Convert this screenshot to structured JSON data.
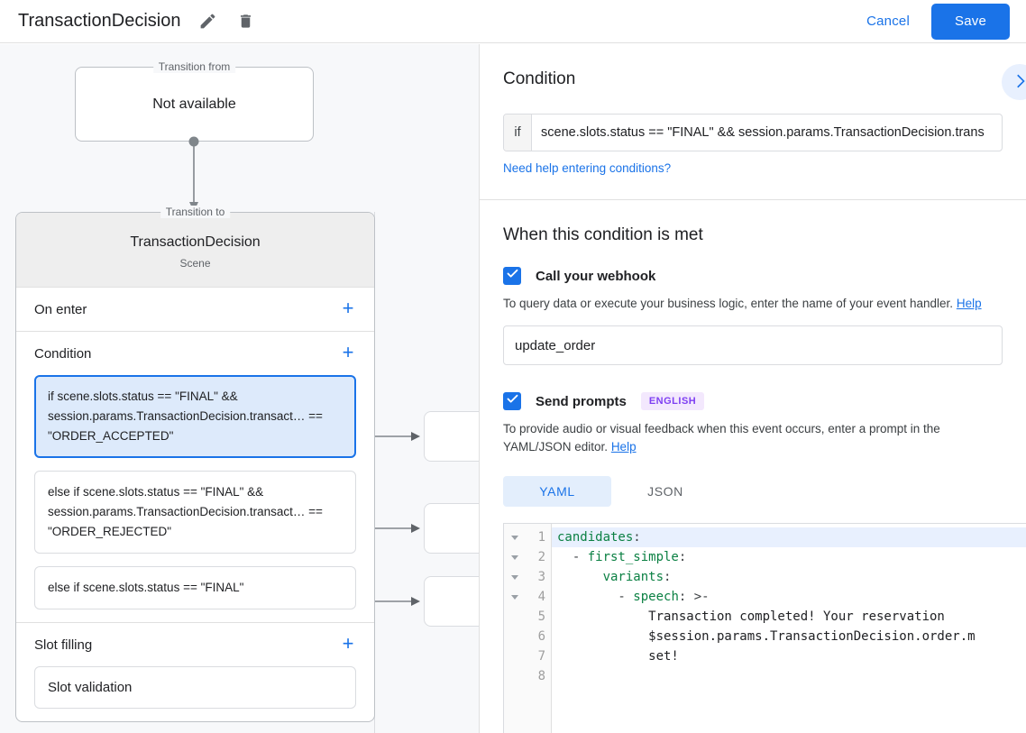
{
  "topbar": {
    "title": "TransactionDecision",
    "edit_icon": "pencil-icon",
    "delete_icon": "trash-icon",
    "cancel_label": "Cancel",
    "save_label": "Save",
    "accent_color": "#1a73e8"
  },
  "canvas": {
    "transition_from": {
      "legend": "Transition from",
      "value": "Not available"
    },
    "transition_to": {
      "legend": "Transition to",
      "title": "TransactionDecision",
      "subtitle": "Scene"
    },
    "sections": [
      {
        "label": "On enter",
        "add_label": "+",
        "items": []
      },
      {
        "label": "Condition",
        "add_label": "+",
        "items": [
          {
            "text": "if scene.slots.status == \"FINAL\" && session.params.TransactionDecision.transact… == \"ORDER_ACCEPTED\"",
            "selected": true
          },
          {
            "text": "else if scene.slots.status == \"FINAL\" && session.params.TransactionDecision.transact… == \"ORDER_REJECTED\"",
            "selected": false
          },
          {
            "text": "else if scene.slots.status == \"FINAL\"",
            "selected": false
          }
        ]
      },
      {
        "label": "Slot filling",
        "add_label": "+",
        "items": [
          {
            "text": "Slot validation",
            "selected": false
          }
        ]
      }
    ]
  },
  "right_panel": {
    "title": "Condition",
    "expand_icon": "chevron-right-icon",
    "condition": {
      "if_prefix": "if",
      "value": "scene.slots.status == \"FINAL\" && session.params.TransactionDecision.trans",
      "help_link": "Need help entering conditions?"
    },
    "when_met": {
      "heading": "When this condition is met",
      "webhook": {
        "checked": true,
        "label": "Call your webhook",
        "description": "To query data or execute your business logic, enter the name of your event handler.",
        "help_label": "Help",
        "handler_value": "update_order",
        "handler_placeholder": ""
      },
      "prompts": {
        "checked": true,
        "label": "Send prompts",
        "badge": "ENGLISH",
        "badge_bg": "#f3e8fd",
        "badge_color": "#7e3ff2",
        "description": "To provide audio or visual feedback when this event occurs, enter a prompt in the YAML/JSON editor.",
        "help_label": "Help",
        "tabs": [
          {
            "label": "YAML",
            "active": true
          },
          {
            "label": "JSON",
            "active": false
          }
        ]
      }
    },
    "editor": {
      "language": "yaml",
      "active_line": 1,
      "lines": [
        {
          "n": "1",
          "foldable": true,
          "segments": [
            {
              "cls": "k",
              "text": "candidates"
            },
            {
              "cls": "p",
              "text": ":"
            }
          ]
        },
        {
          "n": "2",
          "foldable": true,
          "segments": [
            {
              "cls": "p",
              "text": "  - "
            },
            {
              "cls": "k",
              "text": "first_simple"
            },
            {
              "cls": "p",
              "text": ":"
            }
          ]
        },
        {
          "n": "3",
          "foldable": true,
          "segments": [
            {
              "cls": "p",
              "text": "      "
            },
            {
              "cls": "k",
              "text": "variants"
            },
            {
              "cls": "p",
              "text": ":"
            }
          ]
        },
        {
          "n": "4",
          "foldable": true,
          "segments": [
            {
              "cls": "p",
              "text": "        - "
            },
            {
              "cls": "k",
              "text": "speech"
            },
            {
              "cls": "p",
              "text": ": >-"
            }
          ]
        },
        {
          "n": "5",
          "foldable": false,
          "segments": [
            {
              "cls": "t",
              "text": "            Transaction completed! Your reservation"
            }
          ]
        },
        {
          "n": "6",
          "foldable": false,
          "segments": [
            {
              "cls": "t",
              "text": "            $session.params.TransactionDecision.order.m"
            }
          ]
        },
        {
          "n": "7",
          "foldable": false,
          "segments": [
            {
              "cls": "t",
              "text": "            set!"
            }
          ]
        },
        {
          "n": "8",
          "foldable": false,
          "segments": [
            {
              "cls": "t",
              "text": ""
            }
          ]
        }
      ]
    }
  }
}
